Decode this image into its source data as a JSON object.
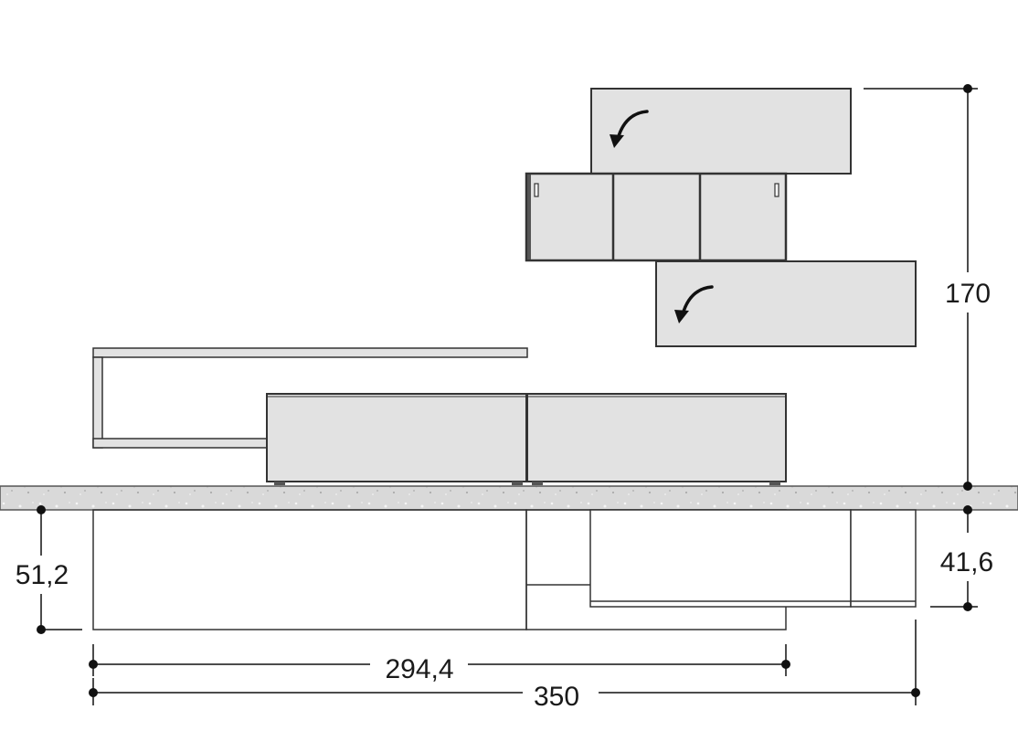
{
  "dimensions": {
    "height_total": "170",
    "base_height": "51,2",
    "base_depth": "41,6",
    "length_base": "294,4",
    "length_total": "350"
  },
  "colors": {
    "panel_fill": "#e2e2e2",
    "outline": "#333333",
    "floor_fill": "#d9d9d9",
    "ink": "#111111"
  }
}
